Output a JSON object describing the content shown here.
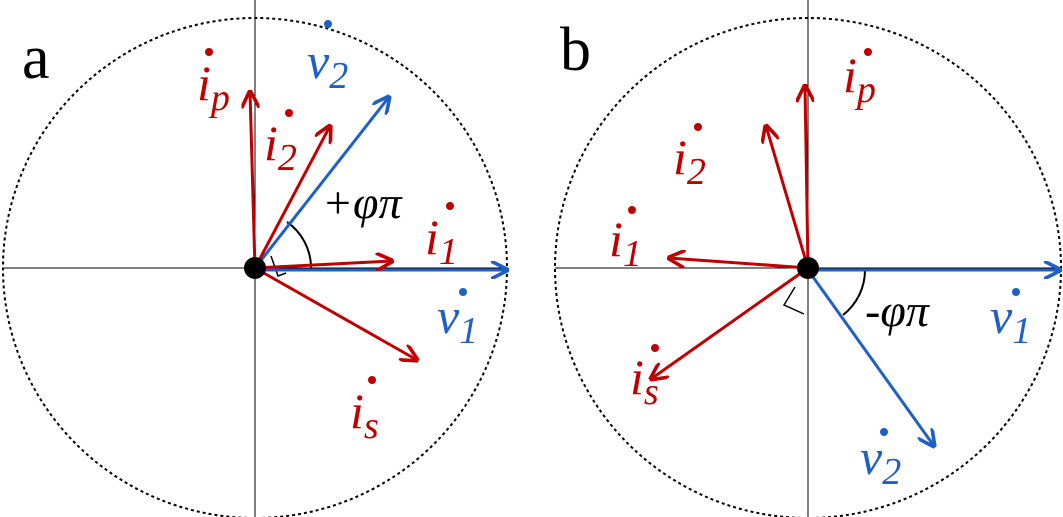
{
  "colors": {
    "current": "#c00000",
    "voltage": "#1f5fc8",
    "axis": "#000000"
  },
  "panels": [
    {
      "label": "a",
      "angle_label": "+φπ",
      "vectors": {
        "ip": {
          "base": "i",
          "sub": "p"
        },
        "i2": {
          "base": "i",
          "sub": "2"
        },
        "v2": {
          "base": "v",
          "sub": "2"
        },
        "i1": {
          "base": "i",
          "sub": "1"
        },
        "v1": {
          "base": "v",
          "sub": "1"
        },
        "is": {
          "base": "i",
          "sub": "s"
        }
      }
    },
    {
      "label": "b",
      "angle_label": "-φπ",
      "vectors": {
        "ip": {
          "base": "i",
          "sub": "p"
        },
        "i2": {
          "base": "i",
          "sub": "2"
        },
        "i1": {
          "base": "i",
          "sub": "1"
        },
        "is": {
          "base": "i",
          "sub": "s"
        },
        "v1": {
          "base": "v",
          "sub": "1"
        },
        "v2": {
          "base": "v",
          "sub": "2"
        }
      }
    }
  ]
}
